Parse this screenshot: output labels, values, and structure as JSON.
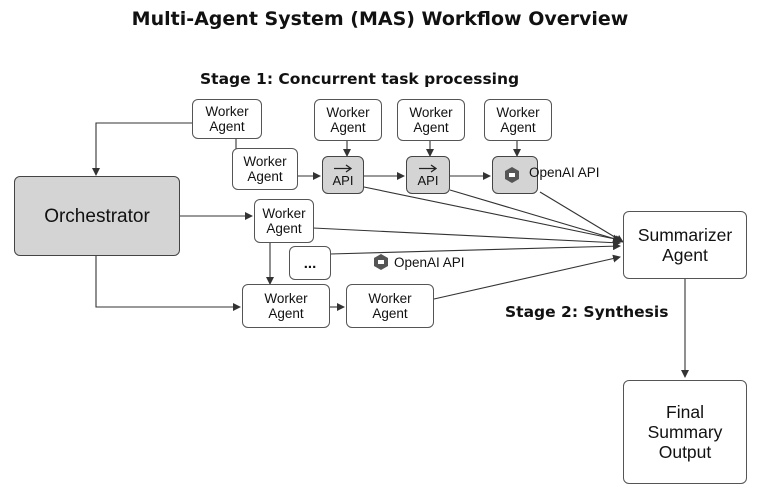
{
  "title": "Multi-Agent System (MAS) Workflow Overview",
  "stage1": "Stage 1: Concurrent task processing",
  "stage2": "Stage 2: Synthesis",
  "orchestrator": "Orchestrator",
  "worker": "Worker\nAgent",
  "api": "API",
  "openai_api": "OpenAI API",
  "ellipsis": "...",
  "summarizer": "Summarizer\nAgent",
  "final": "Final\nSummary\nOutput",
  "colors": {
    "box_fill": "#ffffff",
    "gray_fill": "#d4d4d4",
    "stroke": "#555555"
  }
}
